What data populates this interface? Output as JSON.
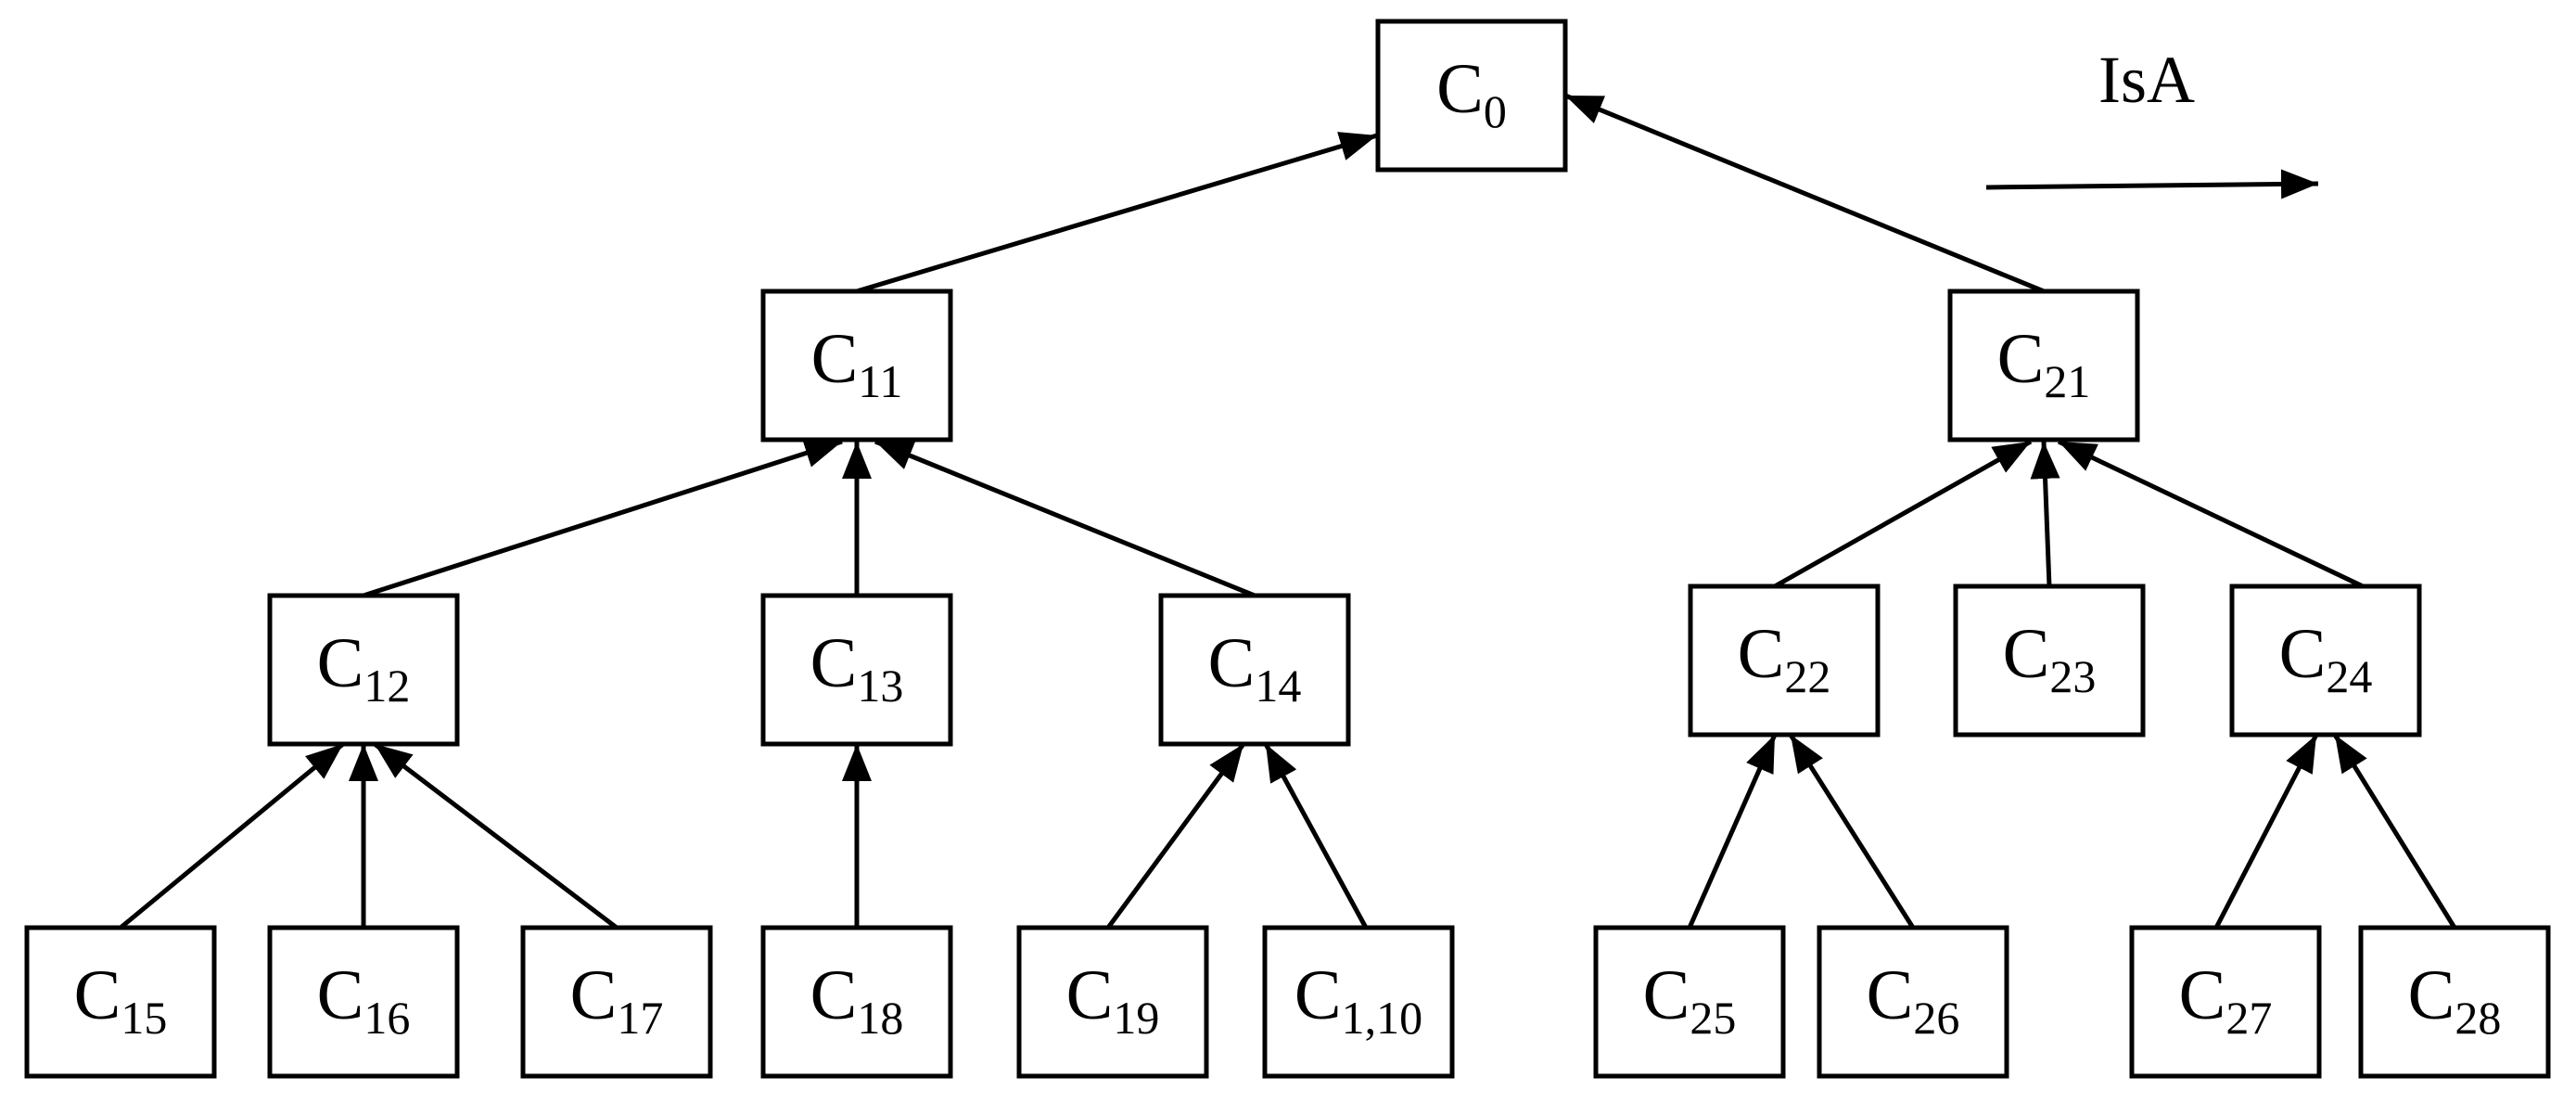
{
  "legend": {
    "label": "IsA"
  },
  "nodes": [
    {
      "id": "c0",
      "letter": "C",
      "sub": "0"
    },
    {
      "id": "c11",
      "letter": "C",
      "sub": "11"
    },
    {
      "id": "c21",
      "letter": "C",
      "sub": "21"
    },
    {
      "id": "c12",
      "letter": "C",
      "sub": "12"
    },
    {
      "id": "c13",
      "letter": "C",
      "sub": "13"
    },
    {
      "id": "c14",
      "letter": "C",
      "sub": "14"
    },
    {
      "id": "c22",
      "letter": "C",
      "sub": "22"
    },
    {
      "id": "c23",
      "letter": "C",
      "sub": "23"
    },
    {
      "id": "c24",
      "letter": "C",
      "sub": "24"
    },
    {
      "id": "c15",
      "letter": "C",
      "sub": "15"
    },
    {
      "id": "c16",
      "letter": "C",
      "sub": "16"
    },
    {
      "id": "c17",
      "letter": "C",
      "sub": "17"
    },
    {
      "id": "c18",
      "letter": "C",
      "sub": "18"
    },
    {
      "id": "c19",
      "letter": "C",
      "sub": "19"
    },
    {
      "id": "c110",
      "letter": "C",
      "sub": "1,10"
    },
    {
      "id": "c25",
      "letter": "C",
      "sub": "25"
    },
    {
      "id": "c26",
      "letter": "C",
      "sub": "26"
    },
    {
      "id": "c27",
      "letter": "C",
      "sub": "27"
    },
    {
      "id": "c28",
      "letter": "C",
      "sub": "28"
    }
  ],
  "edges": [
    {
      "from": "c11",
      "to": "c0"
    },
    {
      "from": "c21",
      "to": "c0"
    },
    {
      "from": "c12",
      "to": "c11"
    },
    {
      "from": "c13",
      "to": "c11"
    },
    {
      "from": "c14",
      "to": "c11"
    },
    {
      "from": "c22",
      "to": "c21"
    },
    {
      "from": "c23",
      "to": "c21"
    },
    {
      "from": "c24",
      "to": "c21"
    },
    {
      "from": "c15",
      "to": "c12"
    },
    {
      "from": "c16",
      "to": "c12"
    },
    {
      "from": "c17",
      "to": "c12"
    },
    {
      "from": "c18",
      "to": "c13"
    },
    {
      "from": "c19",
      "to": "c14"
    },
    {
      "from": "c110",
      "to": "c14"
    },
    {
      "from": "c25",
      "to": "c22"
    },
    {
      "from": "c26",
      "to": "c22"
    },
    {
      "from": "c27",
      "to": "c24"
    },
    {
      "from": "c28",
      "to": "c24"
    }
  ]
}
